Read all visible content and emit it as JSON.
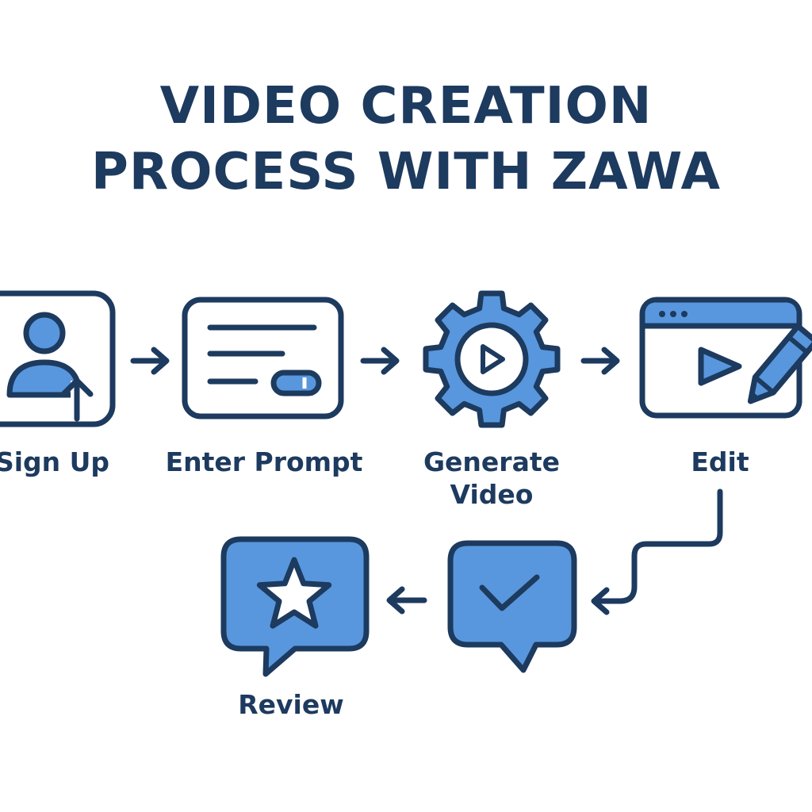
{
  "title": {
    "line1": "VIDEO CREATION",
    "line2": "PROCESS WITH ZAWA"
  },
  "colors": {
    "navy": "#1d3a5f",
    "accent_blue": "#5897dd",
    "background": "#ffffff"
  },
  "steps": [
    {
      "label": "Sign Up",
      "icon": "user-upload-icon"
    },
    {
      "label": "Enter Prompt",
      "icon": "prompt-form-icon"
    },
    {
      "label_line1": "Generate",
      "label_line2": "Video",
      "icon": "gear-play-icon"
    },
    {
      "label": "Edit",
      "icon": "video-edit-pencil-icon"
    },
    {
      "label": "",
      "icon": "checkmark-bubble-icon"
    },
    {
      "label": "Review",
      "icon": "star-bubble-icon"
    }
  ]
}
